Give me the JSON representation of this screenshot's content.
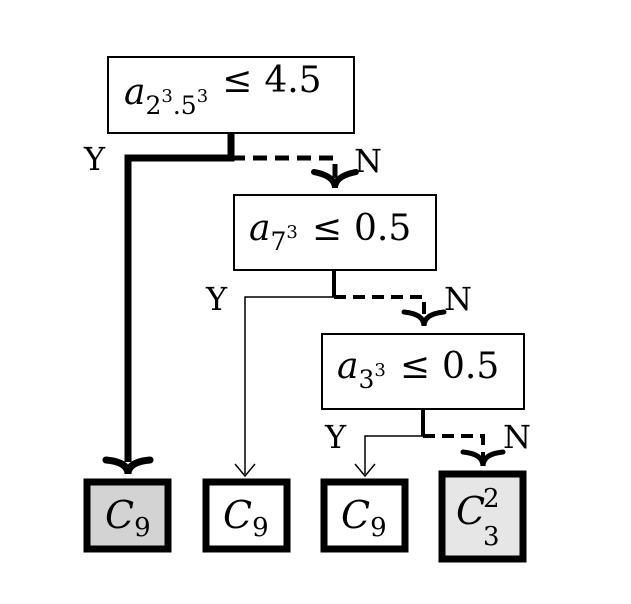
{
  "tree": {
    "nodes": [
      {
        "id": "root",
        "var": "a",
        "sub": "2",
        "sub_sup": "3",
        "sub_mid": ".5",
        "sub_sup2": "3",
        "op": "≤",
        "threshold": "4.5"
      },
      {
        "id": "node2",
        "var": "a",
        "sub": "7",
        "sub_sup": "3",
        "op": "≤",
        "threshold": "0.5"
      },
      {
        "id": "node3",
        "var": "a",
        "sub": "3",
        "sub_sup": "3",
        "op": "≤",
        "threshold": "0.5"
      }
    ],
    "edge_labels": {
      "yes": "Y",
      "no": "N"
    },
    "leaves": [
      {
        "id": "leaf1",
        "class": "C",
        "sub": "9",
        "sup": "",
        "fill": "#d3d3d3"
      },
      {
        "id": "leaf2",
        "class": "C",
        "sub": "9",
        "sup": "",
        "fill": "#ffffff"
      },
      {
        "id": "leaf3",
        "class": "C",
        "sub": "9",
        "sup": "",
        "fill": "#ffffff"
      },
      {
        "id": "leaf4",
        "class": "C",
        "sub": "3",
        "sup": "2",
        "fill": "#e6e6e6"
      }
    ]
  }
}
